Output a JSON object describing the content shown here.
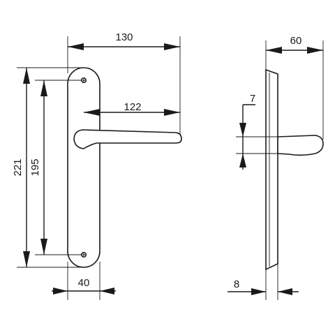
{
  "dimensions": {
    "overall_length": "130",
    "handle_projection": "122",
    "plate_height": "221",
    "hole_spacing": "195",
    "plate_width": "40",
    "side_depth": "60",
    "lever_thickness": "7",
    "plate_thickness": "8"
  },
  "colors": {
    "ink": "#1a1a1a",
    "background": "#ffffff"
  }
}
